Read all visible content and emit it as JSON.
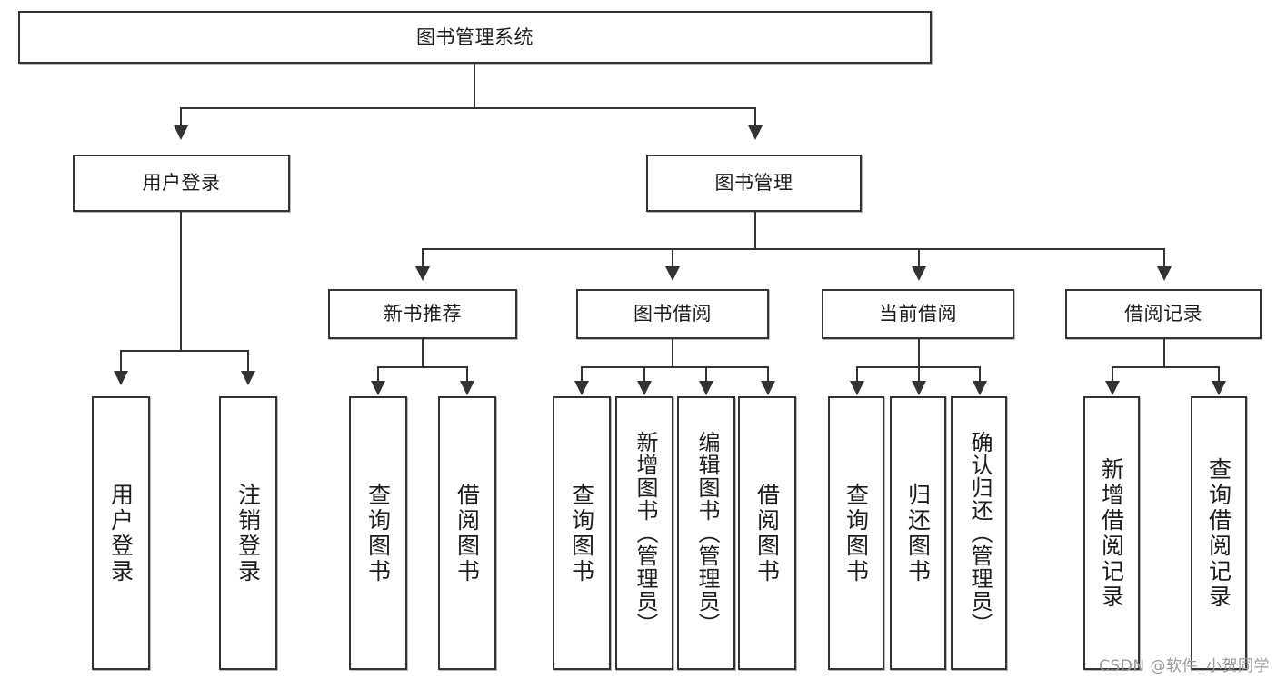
{
  "diagram": {
    "title": "图书管理系统",
    "type": "tree / functional-structure-chart",
    "watermark": "CSDN @软件_小贺同学",
    "colors": {
      "line": "#333333",
      "box_border": "#333333",
      "box_fill": "#ffffff",
      "background": "#ffffff",
      "watermark": "#9a9a9a"
    },
    "levels": {
      "root": {
        "label": "图书管理系统"
      },
      "level2": [
        {
          "id": "user-login",
          "label": "用户登录"
        },
        {
          "id": "book-manage",
          "label": "图书管理"
        }
      ],
      "level3": [
        {
          "id": "new-book-rec",
          "label": "新书推荐",
          "parent": "book-manage"
        },
        {
          "id": "book-borrow",
          "label": "图书借阅",
          "parent": "book-manage"
        },
        {
          "id": "current-borrow",
          "label": "当前借阅",
          "parent": "book-manage"
        },
        {
          "id": "borrow-record",
          "label": "借阅记录",
          "parent": "book-manage"
        }
      ],
      "leaves": {
        "user-login": [
          {
            "id": "leaf-user-login",
            "label": "用户登录"
          },
          {
            "id": "leaf-logout",
            "label": "注销登录"
          }
        ],
        "new-book-rec": [
          {
            "id": "leaf-query-book-1",
            "label": "查询图书"
          },
          {
            "id": "leaf-borrow-book-1",
            "label": "借阅图书"
          }
        ],
        "book-borrow": [
          {
            "id": "leaf-query-book-2",
            "label": "查询图书"
          },
          {
            "id": "leaf-add-book",
            "label": "新增图书（管理员）"
          },
          {
            "id": "leaf-edit-book",
            "label": "编辑图书（管理员）"
          },
          {
            "id": "leaf-borrow-book-2",
            "label": "借阅图书"
          }
        ],
        "current-borrow": [
          {
            "id": "leaf-query-book-3",
            "label": "查询图书"
          },
          {
            "id": "leaf-return-book",
            "label": "归还图书"
          },
          {
            "id": "leaf-confirm-return",
            "label": "确认归还（管理员）"
          }
        ],
        "borrow-record": [
          {
            "id": "leaf-add-record",
            "label": "新增借阅记录"
          },
          {
            "id": "leaf-query-record",
            "label": "查询借阅记录"
          }
        ]
      }
    }
  }
}
